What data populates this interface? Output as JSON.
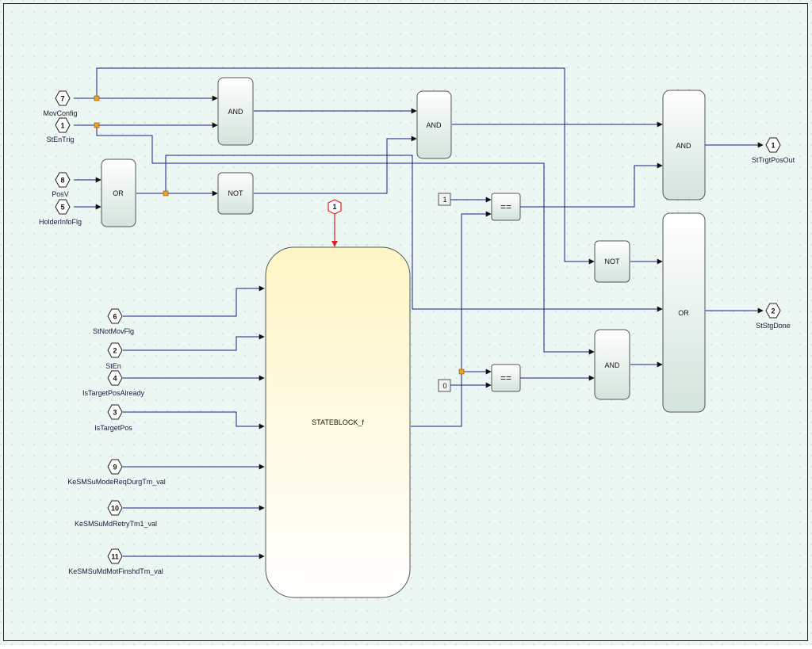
{
  "colors": {
    "background": "#ecf6f3",
    "wire": "#1c1c8c",
    "block_fill_top": "#ffffff",
    "block_fill_bottom": "#d7e7df",
    "state_fill_top": "#fff8cf",
    "state_fill_bottom": "#ffffff",
    "junction": "#f0a21a",
    "trigger": "#e02020"
  },
  "inports": [
    {
      "num": "7",
      "name": "MovConfig"
    },
    {
      "num": "1",
      "name": "StEnTrig"
    },
    {
      "num": "8",
      "name": "PosV"
    },
    {
      "num": "5",
      "name": "HolderInfoFlg"
    },
    {
      "num": "6",
      "name": "StNotMovFlg"
    },
    {
      "num": "2",
      "name": "StEn"
    },
    {
      "num": "4",
      "name": "IsTargetPosAlready"
    },
    {
      "num": "3",
      "name": "IsTargetPos"
    },
    {
      "num": "9",
      "name": "KeSMSuModeReqDurgTm_val"
    },
    {
      "num": "10",
      "name": "KeSMSuMdRetryTm1_val"
    },
    {
      "num": "11",
      "name": "KeSMSuMdMotFinshdTm_val"
    }
  ],
  "outports": [
    {
      "num": "1",
      "name": "StTrgtPosOut"
    },
    {
      "num": "2",
      "name": "StStgDone"
    }
  ],
  "trigger_port": {
    "num": "1"
  },
  "blocks": {
    "and1": "AND",
    "and2": "AND",
    "and3": "AND",
    "and4": "AND",
    "or1": "OR",
    "or2": "OR",
    "not1": "NOT",
    "not2": "NOT",
    "eq1": "==",
    "eq2": "==",
    "stateblock": "STATEBLOCK_f"
  },
  "constants": {
    "c1": "1",
    "c0": "0"
  }
}
